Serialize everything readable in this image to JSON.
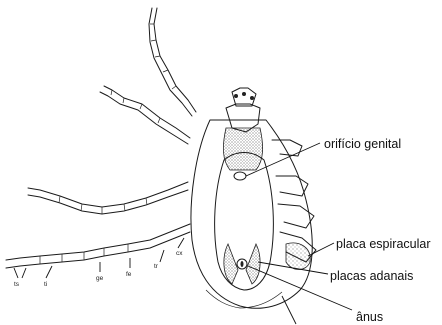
{
  "labels": {
    "genital_orifice": "orifício genital",
    "spiracular_plate": "placa espiracular",
    "adanal_plates": "placas adanais",
    "anus": "ânus"
  },
  "leg_segments": {
    "ts": "ts",
    "ti": "ti",
    "ge": "ge",
    "fe": "fe",
    "tr": "tr",
    "cx": "cx"
  }
}
